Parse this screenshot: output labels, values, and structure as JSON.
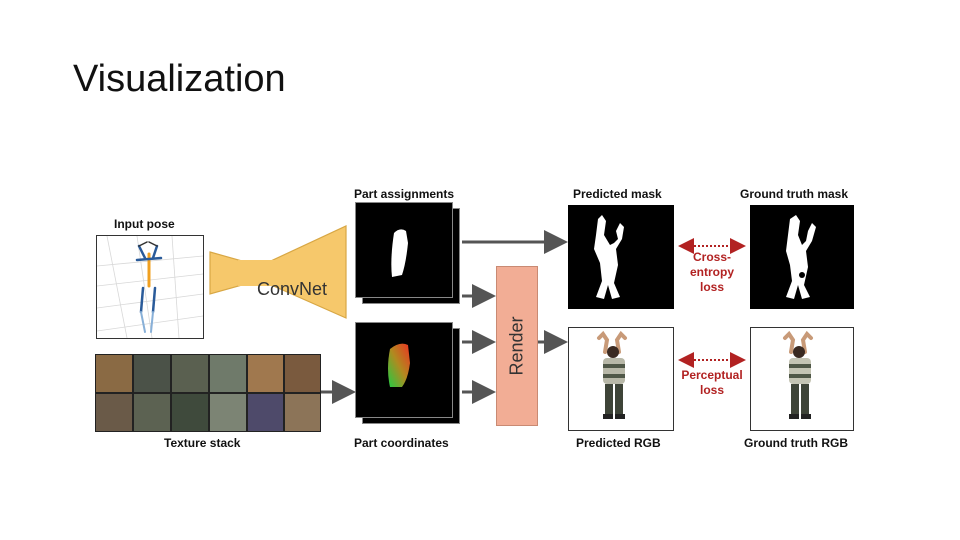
{
  "slide": {
    "title": "Visualization"
  },
  "figure": {
    "labels": {
      "input_pose": "Input pose",
      "convnet": "ConvNet",
      "part_assignments": "Part assignments",
      "part_coordinates": "Part coordinates",
      "render": "Render",
      "texture_stack": "Texture stack",
      "predicted_mask": "Predicted mask",
      "ground_truth_mask": "Ground truth mask",
      "predicted_rgb": "Predicted RGB",
      "ground_truth_rgb": "Ground truth RGB"
    },
    "losses": {
      "cross_entropy": [
        "Cross-",
        "entropy",
        "loss"
      ],
      "perceptual": [
        "Perceptual",
        "loss"
      ]
    },
    "colors": {
      "convnet": "#f6c86b",
      "render": "#f2ad95",
      "arrow": "#555555",
      "loss_arrow": "#b22222",
      "loss_text": "#b22222"
    }
  }
}
